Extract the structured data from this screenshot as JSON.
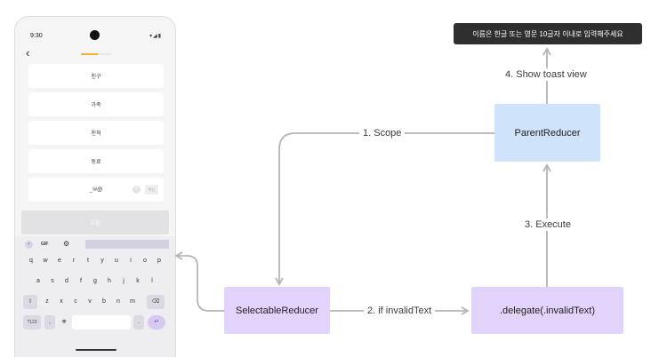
{
  "phone": {
    "status_time": "9:30",
    "status_icons": "▾◢▮",
    "progress": 0.55,
    "options": [
      "친구",
      "가족",
      "친척",
      "동료"
    ],
    "input_value": "_!#@",
    "clear_glyph": "×",
    "confirm_label": "확인",
    "next_label": "다음",
    "keyboard": {
      "gif_label": "GIF",
      "row1": [
        "q",
        "w",
        "e",
        "r",
        "t",
        "y",
        "u",
        "i",
        "o",
        "p"
      ],
      "row2": [
        "a",
        "s",
        "d",
        "f",
        "g",
        "h",
        "j",
        "k",
        "l"
      ],
      "row3": [
        "z",
        "x",
        "c",
        "v",
        "b",
        "n",
        "m"
      ],
      "symbols_label": "?123",
      "comma_label": ",",
      "period_label": "."
    }
  },
  "diagram": {
    "toast_text": "이름은 한글 또는 영문 10글자 이내로 입력해주세요",
    "nodes": {
      "parent": "ParentReducer",
      "selectable": "SelectableReducer",
      "delegate": ".delegate(.invalidText)"
    },
    "edges": {
      "scope": "1. Scope",
      "if_invalid": "2. if invalidText",
      "execute": "3. Execute",
      "show_toast": "4. Show toast view"
    },
    "colors": {
      "parent_fill": "#cfe4fb",
      "reducer_fill": "#e1d3f9",
      "toast_fill": "#2f2f2f",
      "arrow": "#b5b5b5"
    }
  }
}
